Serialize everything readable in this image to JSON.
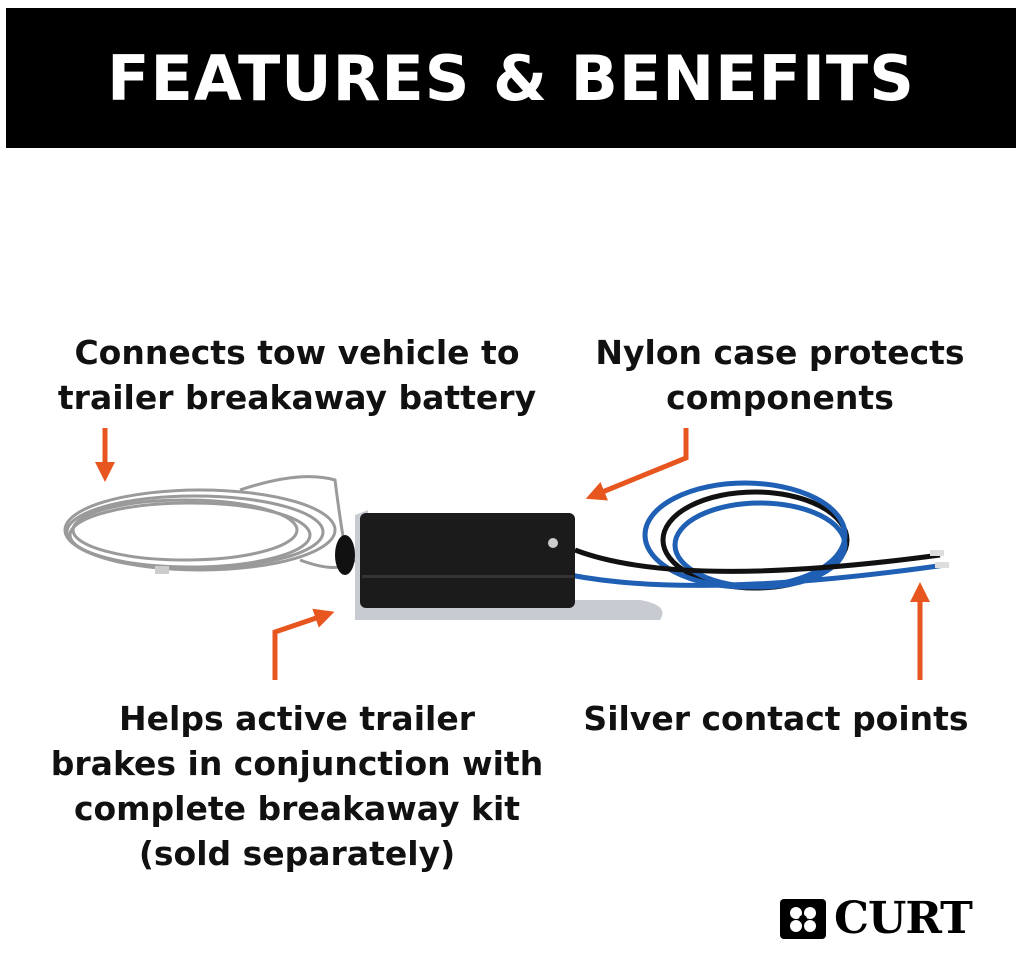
{
  "header": {
    "title": "FEATURES & BENEFITS"
  },
  "callouts": {
    "tow_vehicle": [
      "Connects tow vehicle to",
      "trailer breakaway battery"
    ],
    "nylon_case": [
      "Nylon case protects",
      "components"
    ],
    "brakes": [
      "Helps active trailer",
      "brakes in conjunction with",
      "complete breakaway kit",
      "(sold separately)"
    ],
    "contacts": [
      "Silver contact points"
    ]
  },
  "brand": {
    "name": "CURT"
  },
  "colors": {
    "arrow": "#e8561f",
    "banner": "#000000",
    "wire_blue": "#1f5fb4"
  }
}
